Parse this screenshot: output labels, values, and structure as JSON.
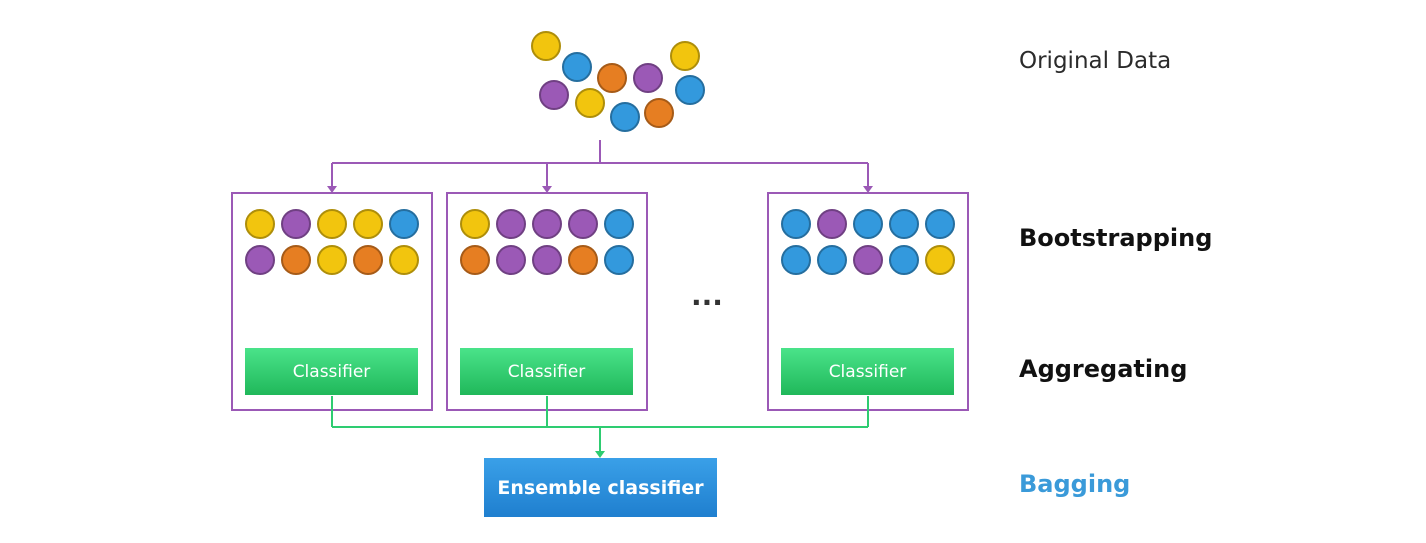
{
  "labels": {
    "original": "Original Data",
    "bootstrapping": "Bootstrapping",
    "aggregating": "Aggregating",
    "bagging": "Bagging"
  },
  "classifier_label": "Classifier",
  "ensemble_label": "Ensemble classifier",
  "ellipsis": "...",
  "colors": {
    "yellow": "#f2c50e",
    "blue": "#3399dd",
    "orange": "#e67e22",
    "purple": "#9b59b6",
    "box_border": "#9b59b6",
    "purple_line": "#9b59b6",
    "green_line": "#2ecc71",
    "classifier_top": "#4ae38a",
    "classifier_bottom": "#20b85a",
    "ensemble_top": "#3aa0e8",
    "ensemble_bottom": "#1f7fcf",
    "bagging_text": "#3a9ad9"
  },
  "original_data": [
    "yellow",
    "blue",
    "orange",
    "purple",
    "yellow",
    "purple",
    "yellow",
    "blue",
    "orange",
    "blue"
  ],
  "samples": [
    {
      "row1": [
        "yellow",
        "purple",
        "yellow",
        "yellow",
        "blue"
      ],
      "row2": [
        "purple",
        "orange",
        "yellow",
        "orange",
        "yellow"
      ]
    },
    {
      "row1": [
        "yellow",
        "purple",
        "purple",
        "purple",
        "blue"
      ],
      "row2": [
        "orange",
        "purple",
        "purple",
        "orange",
        "blue"
      ]
    },
    {
      "row1": [
        "blue",
        "purple",
        "blue",
        "blue",
        "blue"
      ],
      "row2": [
        "blue",
        "blue",
        "purple",
        "blue",
        "yellow"
      ]
    }
  ]
}
